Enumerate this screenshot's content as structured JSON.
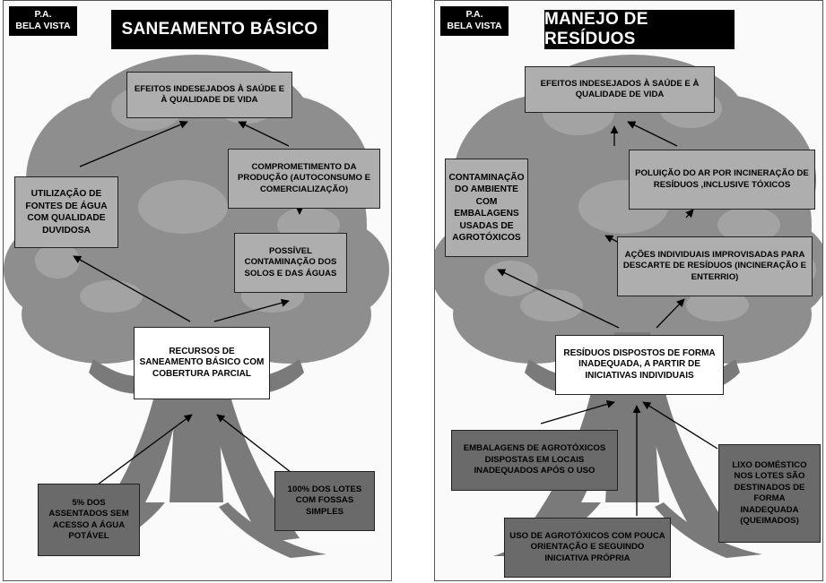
{
  "panels": [
    {
      "tag_line1": "P.A.",
      "tag_line2": "BELA VISTA",
      "title": "SANEAMENTO BÁSICO",
      "boxes": {
        "effects": "EFEITOS INDESEJADOS À SAÚDE E À QUALIDADE DE VIDA",
        "production": "COMPROMETIMENTO DA PRODUÇÃO (AUTOCONSUMO E COMERCIALIZAÇÃO)",
        "water_sources": "UTILIZAÇÃO DE FONTES DE ÁGUA COM QUALIDADE DUVIDOSA",
        "contamination": "POSSÍVEL CONTAMINAÇÃO DOS SOLOS E DAS ÁGUAS",
        "core": "RECURSOS DE SANEAMENTO BÁSICO COM COBERTURA PARCIAL",
        "cause_water": "5% DOS ASSENTADOS SEM ACESSO A ÁGUA POTÁVEL",
        "cause_septic": "100% DOS LOTES COM FOSSAS SIMPLES"
      }
    },
    {
      "tag_line1": "P.A.",
      "tag_line2": "BELA VISTA",
      "title": "MANEJO DE RESÍDUOS",
      "boxes": {
        "effects": "EFEITOS INDESEJADOS À SAÚDE E À QUALIDADE DE VIDA",
        "environment": "CONTAMINAÇÃO DO AMBIENTE COM EMBALAGENS USADAS DE AGROTÓXICOS",
        "air_pollution": "POLUIÇÃO DO AR POR INCINERAÇÃO DE RESÍDUOS ,INCLUSIVE TÓXICOS",
        "individual_actions": "AÇÕES INDIVIDUAIS IMPROVISADAS PARA DESCARTE DE RESÍDUOS (INCINERAÇÃO E ENTERRIO)",
        "core": "RESÍDUOS DISPOSTOS DE FORMA INADEQUADA, A PARTIR DE INICIATIVAS INDIVIDUAIS",
        "cause_packaging": "EMBALAGENS DE AGROTÓXICOS DISPOSTAS EM LOCAIS INADEQUADOS APÓS O USO",
        "cause_domestic": "LIXO DOMÉSTICO NOS LOTES SÃO DESTINADOS DE FORMA INADEQUADA (QUEIMADOS)",
        "cause_agrotoxics": "USO DE AGROTÓXICOS COM POUCA ORIENTAÇÃO E SEGUINDO INICIATIVA PRÓPRIA"
      }
    }
  ],
  "colors": {
    "title_bg": "#000000",
    "effect_box": "#aeaeae",
    "core_box": "#ffffff",
    "cause_box": "#6a6a6a",
    "tree": "#8c8c8c"
  }
}
